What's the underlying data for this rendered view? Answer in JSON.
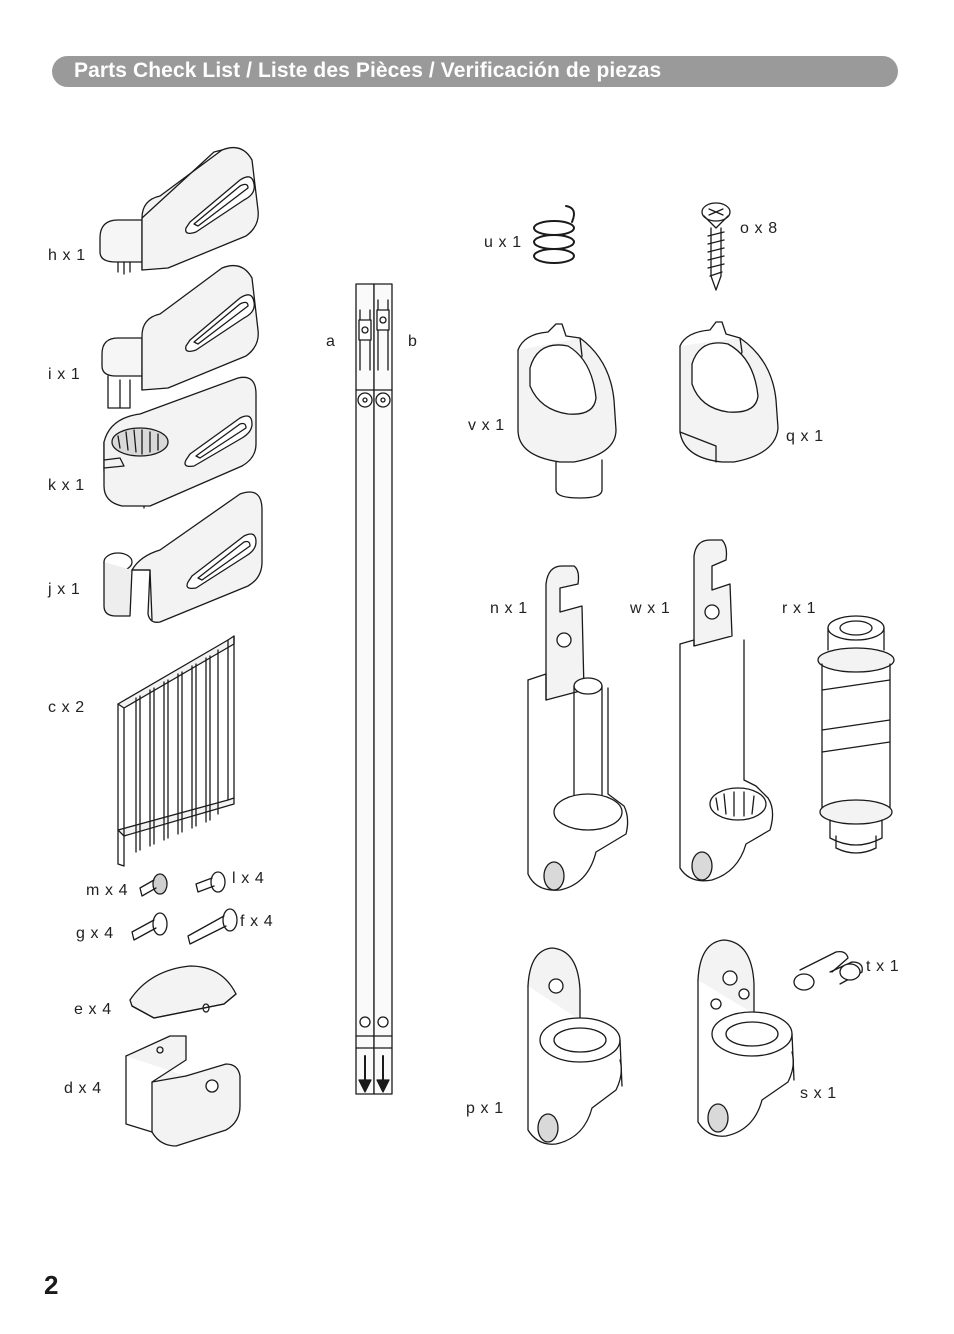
{
  "header": {
    "title": "Parts Check List / Liste des Pièces / Verificación de piezas"
  },
  "parts": {
    "h": "h x 1",
    "i": "i x 1",
    "k": "k x 1",
    "j": "j x 1",
    "c": "c x 2",
    "m": "m x 4",
    "l": "l x 4",
    "g": "g x 4",
    "f": "f x 4",
    "e": "e x 4",
    "d": "d x 4",
    "a": "a",
    "b": "b",
    "u": "u x 1",
    "o": "o x 8",
    "v": "v x 1",
    "q": "q x 1",
    "n": "n x 1",
    "w": "w x 1",
    "r": "r x 1",
    "p": "p x 1",
    "s": "s x 1",
    "t": "t x 1"
  },
  "page": {
    "number": "2"
  }
}
